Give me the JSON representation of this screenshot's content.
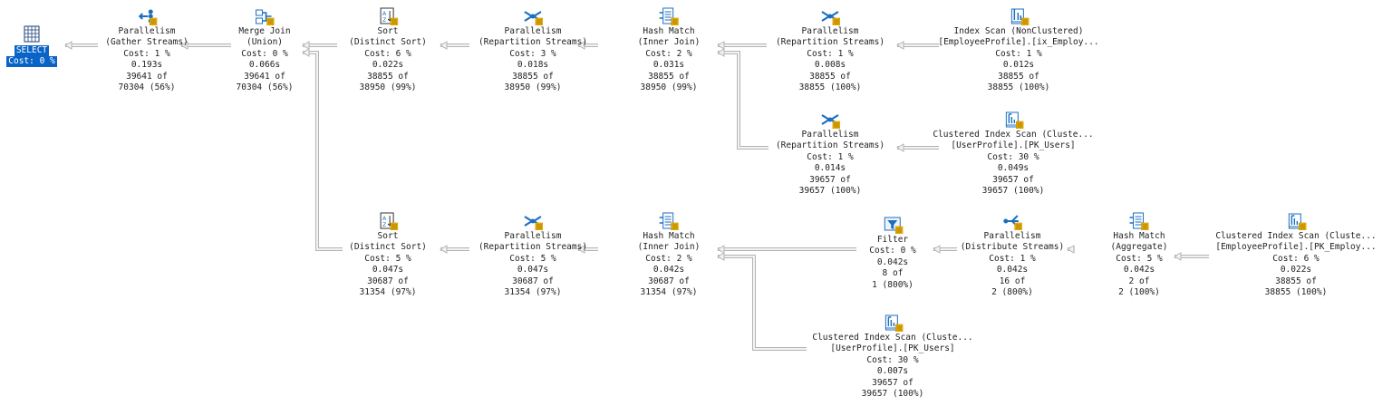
{
  "colors": {
    "arrow": "#b4b4b4",
    "arrow_fill": "#f2f2f2",
    "icon_blue": "#1b6fc2",
    "icon_yellow": "#f2b705",
    "select_bg": "#0a64c8"
  },
  "select": {
    "label": "SELECT",
    "cost": "Cost: 0 %"
  },
  "nodes": [
    {
      "id": "par-gather",
      "icon": "parallelism-gather-icon",
      "lines": [
        "Parallelism",
        "(Gather Streams)",
        "Cost: 1 %",
        "0.193s",
        "39641 of",
        "70304 (56%)"
      ]
    },
    {
      "id": "merge-join",
      "icon": "merge-join-icon",
      "lines": [
        "Merge Join",
        "(Union)",
        "Cost: 0 %",
        "0.066s",
        "39641 of",
        "70304 (56%)"
      ]
    },
    {
      "id": "sort-top",
      "icon": "sort-icon",
      "lines": [
        "Sort",
        "(Distinct Sort)",
        "Cost: 6 %",
        "0.022s",
        "38855 of",
        "38950 (99%)"
      ]
    },
    {
      "id": "par-repart-top",
      "icon": "parallelism-repartition-icon",
      "lines": [
        "Parallelism",
        "(Repartition Streams)",
        "Cost: 3 %",
        "0.018s",
        "38855 of",
        "38950 (99%)"
      ]
    },
    {
      "id": "hash-top",
      "icon": "hash-match-icon",
      "lines": [
        "Hash Match",
        "(Inner Join)",
        "Cost: 2 %",
        "0.031s",
        "38855 of",
        "38950 (99%)"
      ]
    },
    {
      "id": "par-repart-a",
      "icon": "parallelism-repartition-icon",
      "lines": [
        "Parallelism",
        "(Repartition Streams)",
        "Cost: 1 %",
        "0.008s",
        "38855 of",
        "38855 (100%)"
      ]
    },
    {
      "id": "index-scan-nc",
      "icon": "index-scan-icon",
      "lines": [
        "Index Scan (NonClustered)",
        "[EmployeeProfile].[ix_Employ...",
        "Cost: 1 %",
        "0.012s",
        "38855 of",
        "38855 (100%)"
      ]
    },
    {
      "id": "par-repart-b",
      "icon": "parallelism-repartition-icon",
      "lines": [
        "Parallelism",
        "(Repartition Streams)",
        "Cost: 1 %",
        "0.014s",
        "39657 of",
        "39657 (100%)"
      ]
    },
    {
      "id": "cis-users-top",
      "icon": "clustered-index-scan-icon",
      "lines": [
        "Clustered Index Scan (Cluste...",
        "[UserProfile].[PK_Users]",
        "Cost: 30 %",
        "0.049s",
        "39657 of",
        "39657 (100%)"
      ]
    },
    {
      "id": "sort-bottom",
      "icon": "sort-icon",
      "lines": [
        "Sort",
        "(Distinct Sort)",
        "Cost: 5 %",
        "0.047s",
        "30687 of",
        "31354 (97%)"
      ]
    },
    {
      "id": "par-repart-bottom",
      "icon": "parallelism-repartition-icon",
      "lines": [
        "Parallelism",
        "(Repartition Streams)",
        "Cost: 5 %",
        "0.047s",
        "30687 of",
        "31354 (97%)"
      ]
    },
    {
      "id": "hash-bottom",
      "icon": "hash-match-icon",
      "lines": [
        "Hash Match",
        "(Inner Join)",
        "Cost: 2 %",
        "0.042s",
        "30687 of",
        "31354 (97%)"
      ]
    },
    {
      "id": "filter",
      "icon": "filter-icon",
      "lines": [
        "Filter",
        "Cost: 0 %",
        "0.042s",
        "8 of",
        "1 (800%)"
      ]
    },
    {
      "id": "par-distribute",
      "icon": "parallelism-distribute-icon",
      "lines": [
        "Parallelism",
        "(Distribute Streams)",
        "Cost: 1 %",
        "0.042s",
        "16 of",
        "2 (800%)"
      ]
    },
    {
      "id": "hash-agg",
      "icon": "hash-match-icon",
      "lines": [
        "Hash Match",
        "(Aggregate)",
        "Cost: 5 %",
        "0.042s",
        "2 of",
        "2 (100%)"
      ]
    },
    {
      "id": "cis-employee",
      "icon": "clustered-index-scan-icon",
      "lines": [
        "Clustered Index Scan (Cluste...",
        "[EmployeeProfile].[PK_Employ...",
        "Cost: 6 %",
        "0.022s",
        "38855 of",
        "38855 (100%)"
      ]
    },
    {
      "id": "cis-users-bottom",
      "icon": "clustered-index-scan-icon",
      "lines": [
        "Clustered Index Scan (Cluste...",
        "[UserProfile].[PK_Users]",
        "Cost: 30 %",
        "0.007s",
        "39657 of",
        "39657 (100%)"
      ]
    }
  ]
}
